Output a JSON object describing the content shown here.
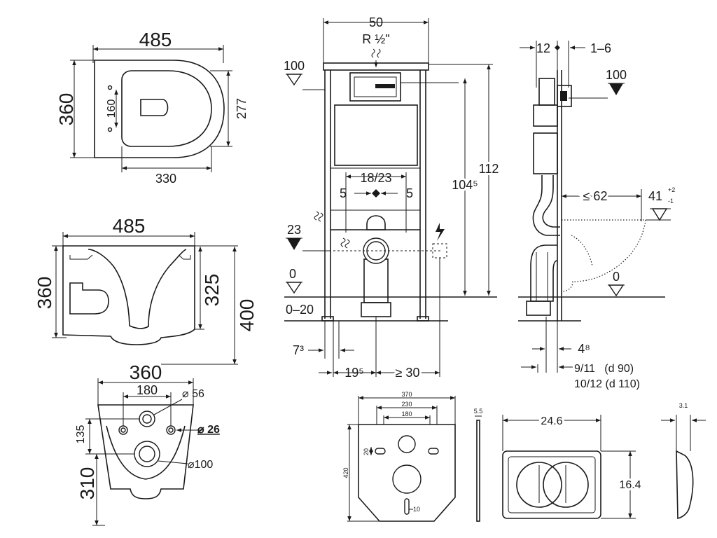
{
  "top_view": {
    "width": "485",
    "depth": "360",
    "holes_spacing": "160",
    "seat_depth": "277",
    "seat_width": "330"
  },
  "side_view": {
    "width": "485",
    "height": "360",
    "inlet_height": "325",
    "total_height": "400"
  },
  "rear_view": {
    "width": "360",
    "spacing": "180",
    "outlet_diameter": "⌀ 56",
    "bolt_diameter": "⌀ 26",
    "bolt_height": "135",
    "height": "310",
    "drain_diameter": "⌀100"
  },
  "frame_front": {
    "width": "50",
    "supply": "R ½\"",
    "level_100": "100",
    "level_23": "23",
    "level_0": "0",
    "floor_range": "0–20",
    "bolt_spacing": "18/23",
    "offset_left": "5",
    "offset_right": "5",
    "height_104": "104⁵",
    "height_112": "112",
    "foot_7": "7³",
    "foot_19": "19⁵",
    "min_30": "≥ 30"
  },
  "frame_side": {
    "depth_12": "12",
    "depth_1_6": "1–6",
    "level_100": "100",
    "reach_62": "≤ 62",
    "seat_41": "41",
    "seat_41_tol_plus": "+2",
    "seat_41_tol_minus": "-1",
    "level_0": "0",
    "dim_4": "4⁸",
    "pipe_90": "9/11   (d 90)",
    "pipe_110": "10/12 (d 110)"
  },
  "plate": {
    "width": "370",
    "outer_spacing": "230",
    "inner_spacing": "180",
    "height": "420",
    "slot_height": "20",
    "slot_width": "10",
    "thickness": "5.5"
  },
  "flush_button": {
    "width": "24.6",
    "height": "16.4",
    "depth": "3.1"
  }
}
